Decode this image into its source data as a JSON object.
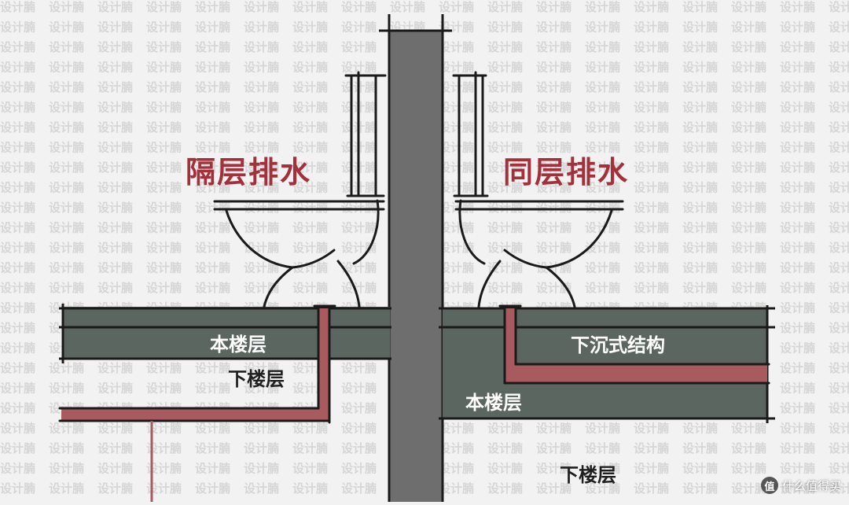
{
  "left_section": {
    "title": "隔层排水",
    "floor_label": "本楼层",
    "lower_label": "下楼层"
  },
  "right_section": {
    "title": "同层排水",
    "sunken_label": "下沉式结构",
    "floor_label": "本楼层",
    "lower_label": "下楼层"
  },
  "watermark": {
    "text": "设计腩"
  },
  "credit": {
    "badge": "值",
    "text": "什么值得买"
  },
  "colors": {
    "background": "#f2f2f2",
    "slab": "#5c6661",
    "wall": "#6e6e6e",
    "pipe": "#a85a5e",
    "title": "#a3303a",
    "line": "#1a1a1a"
  }
}
